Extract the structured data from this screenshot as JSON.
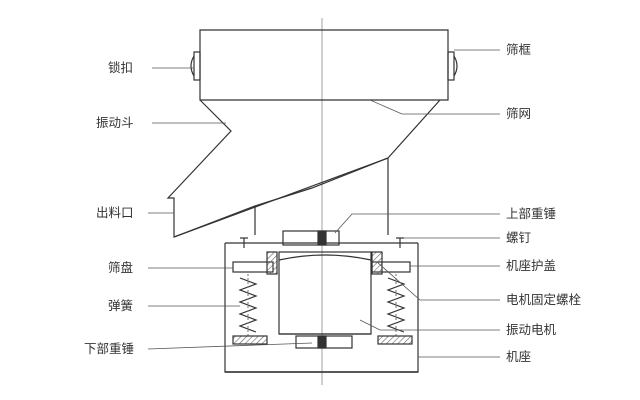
{
  "colors": {
    "line": "#333333",
    "leader": "#555555",
    "hatch": "#666666"
  },
  "labels": {
    "lock_clasp": "锁扣",
    "vibrating_hopper": "振动斗",
    "discharge_outlet": "出料口",
    "sieve_tray": "筛盘",
    "spring": "弹簧",
    "lower_weight": "下部重锤",
    "sieve_frame": "筛框",
    "sieve_mesh": "筛网",
    "upper_weight": "上部重锤",
    "screw": "螺钉",
    "base_cover": "机座护盖",
    "motor_bolt": "电机固定螺栓",
    "vibration_motor": "振动电机",
    "base": "机座"
  }
}
